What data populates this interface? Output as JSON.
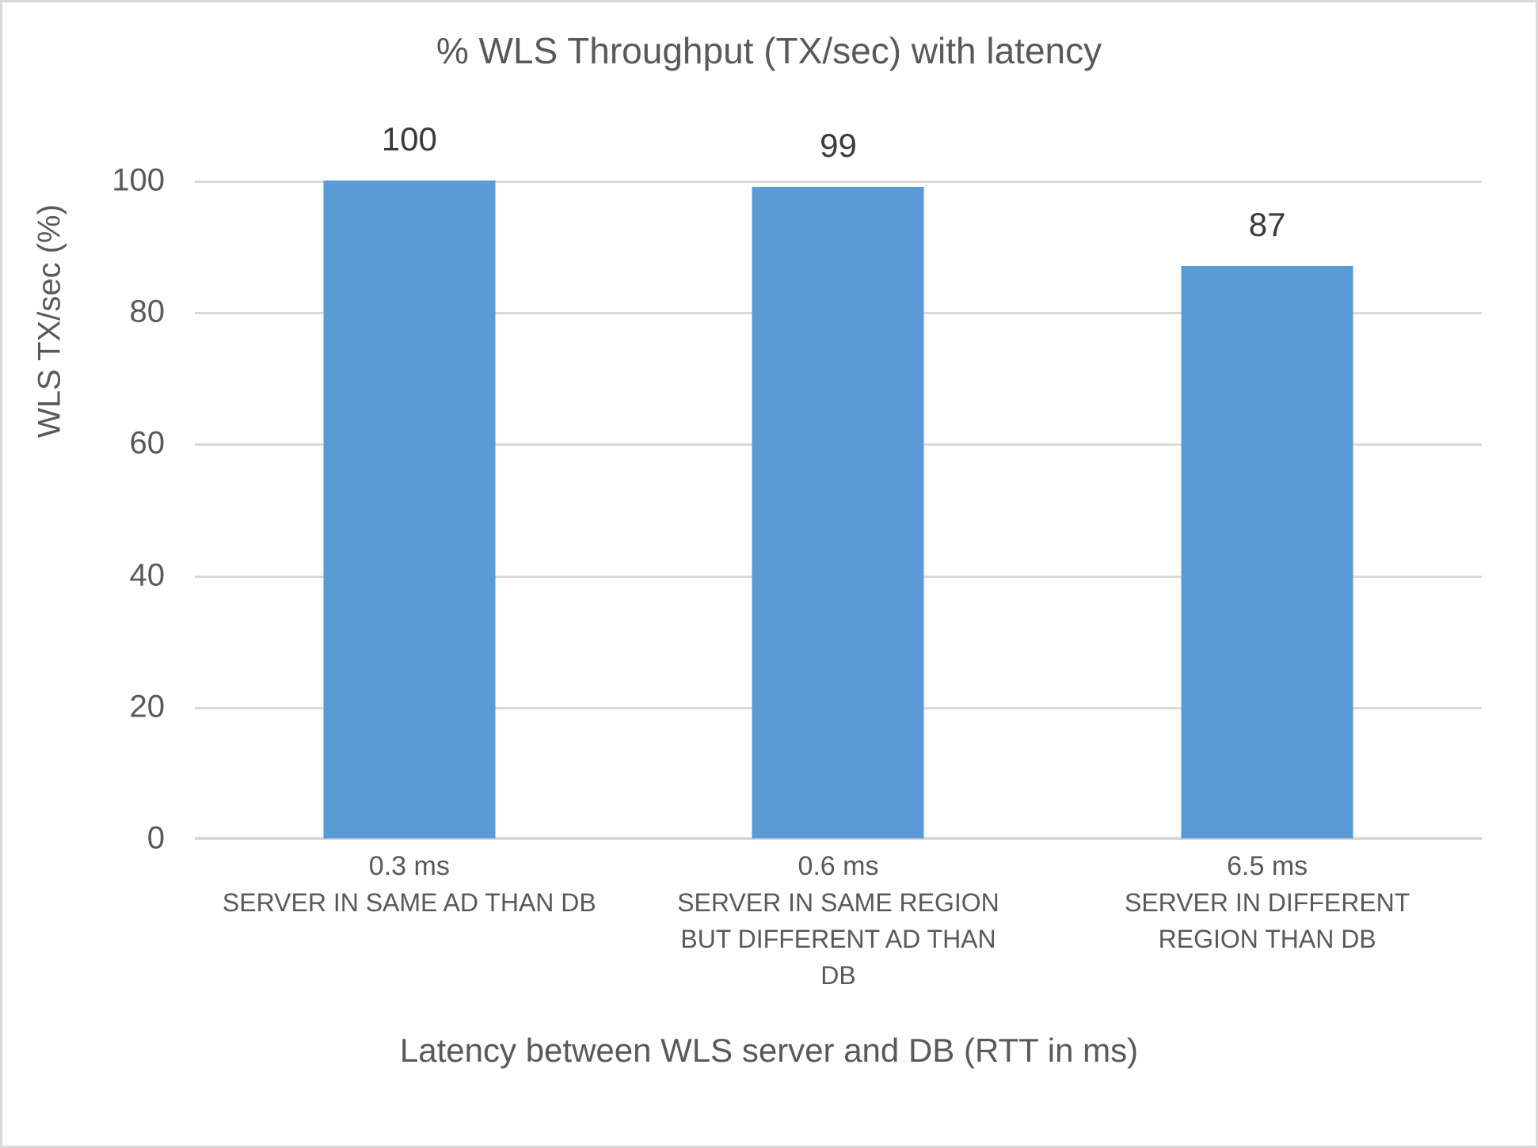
{
  "chart_data": {
    "type": "bar",
    "title": "% WLS Throughput (TX/sec) with latency",
    "xlabel": "Latency between WLS server and DB (RTT in ms)",
    "ylabel": "WLS TX/sec (%)",
    "categories": [
      "0.3 ms",
      "0.6 ms",
      "6.5 ms"
    ],
    "category_descriptions": [
      "SERVER IN SAME AD THAN DB",
      "SERVER IN SAME REGION BUT DIFFERENT AD THAN DB",
      "SERVER IN DIFFERENT REGION THAN DB"
    ],
    "values": [
      100,
      99,
      87
    ],
    "data_labels": [
      "100",
      "99",
      "87"
    ],
    "ylim": [
      0,
      100
    ],
    "y_ticks": [
      0,
      20,
      40,
      60,
      80,
      100
    ],
    "y_tick_labels": [
      "0",
      "20",
      "40",
      "60",
      "80",
      "100"
    ],
    "grid": "horizontal",
    "legend": "none",
    "series": [
      {
        "name": "WLS TX/sec (%)",
        "values": [
          100,
          99,
          87
        ],
        "color": "#5B9BD5"
      }
    ],
    "colors": {
      "bar": "#5B9BD5",
      "gridline": "#D9D9D9",
      "text": "#595959",
      "data_label": "#3A3A3A",
      "background": "#FFFFFF",
      "border": "#D9D9D9"
    }
  }
}
